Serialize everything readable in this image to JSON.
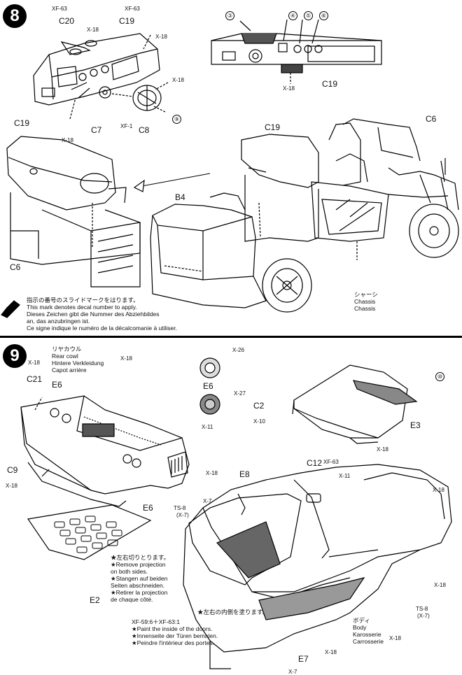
{
  "step8": {
    "number": "8",
    "parts": {
      "c20": "C20",
      "c19_top": "C19",
      "c7": "C7",
      "c8": "C8",
      "c19_mid": "C19",
      "c19_right": "C19",
      "c19_car": "C19",
      "c6_left": "C6",
      "c6_right": "C6",
      "b4": "B4"
    },
    "screws": {
      "xf63_a": "XF-63",
      "xf63_b": "XF-63",
      "x18_a": "X-18",
      "x18_b": "X-18",
      "x18_c": "X-18",
      "x18_d": "X-18",
      "x18_e": "X-18",
      "xf1": "XF-1"
    },
    "decal_marks": [
      "③",
      "④",
      "⑤",
      "⑥",
      "⑨"
    ],
    "chassis_label": {
      "jp": "シャーシ",
      "en": "Chassis",
      "de": "Chassis"
    },
    "decal_note": [
      "指示の番号のスライドマークをはります。",
      "This mark denotes decal number to apply.",
      "Dieses Zeichen gibt die Nummer des Abziehbildes",
      "an, das anzubringen ist.",
      "Ce signe indique le numéro de la décalcomanie à utiliser."
    ]
  },
  "step9": {
    "number": "9",
    "rear_cowl": {
      "jp": "リヤカウル",
      "en": "Rear cowl",
      "de": "Hintere Verkleidung",
      "fr": "Capot arrière"
    },
    "parts": {
      "c21": "C21",
      "e6_top": "E6",
      "e6_mid": "E6",
      "e6_bottom": "E6",
      "c9": "C9",
      "e2": "E2",
      "c2": "C2",
      "e3": "E3",
      "e8": "E8",
      "c12": "C12",
      "e7": "E7"
    },
    "screws": {
      "x18_a": "X-18",
      "x18_b": "X-18",
      "x26": "X-26",
      "x27": "X-27",
      "x10": "X-10",
      "x11_a": "X-11",
      "x18_c": "X-18",
      "x18_d": "X-18",
      "ts8_a": "TS-8",
      "x7_a": "(X-7)",
      "x7_b": "X-7",
      "xf63": "XF-63",
      "x11_b": "X-11",
      "x18_e": "X-18",
      "x18_f": "X-18",
      "x18_g": "X-18",
      "ts8_b": "TS-8",
      "x7_c": "(X-7)",
      "x18_h": "X-18",
      "x18_i": "X-18",
      "x7_d": "X-7"
    },
    "decal_mark": "⑩",
    "remove_note": [
      "★左右切りとります。",
      "★Remove projection",
      "on both sides.",
      "★Stangen auf beiden",
      "Seiten abschneiden.",
      "★Retirer la projection",
      "de chaque côté."
    ],
    "paint_note": [
      "XF-59:6＋XF-63:1",
      "★Paint the inside of the doors.",
      "★Innenseite der Türen bemalen.",
      "★Peindre l'intérieur des portes."
    ],
    "paint_note_jp": "★左右の内側を塗ります。",
    "body_label": {
      "jp": "ボディ",
      "en": "Body",
      "de": "Karosserie",
      "fr": "Carrosserie"
    }
  }
}
